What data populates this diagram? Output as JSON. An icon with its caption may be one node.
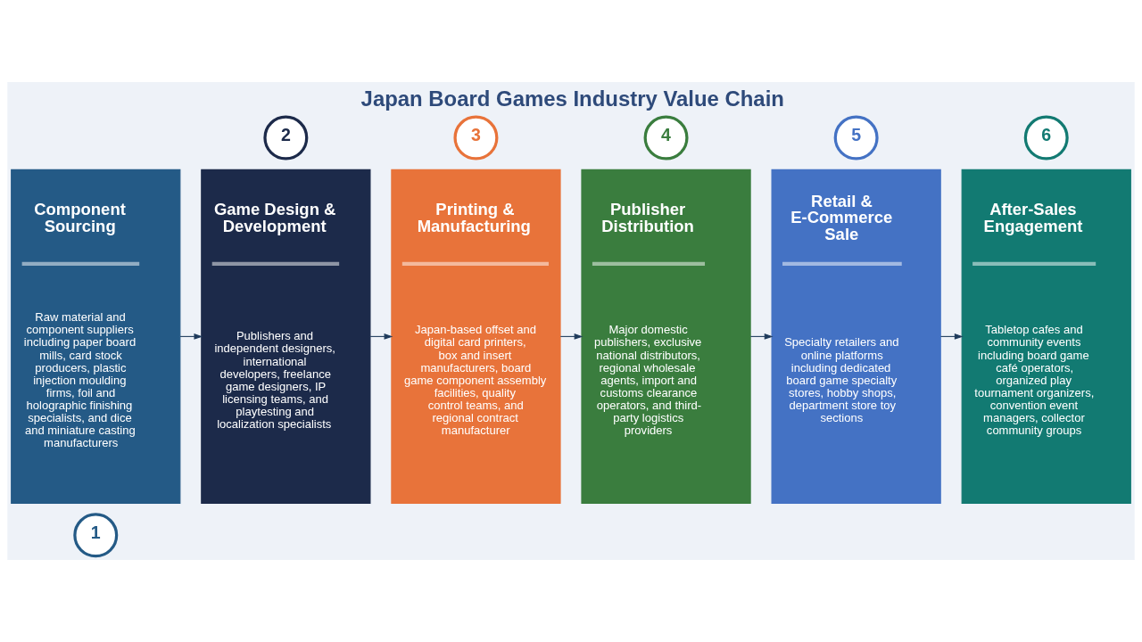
{
  "diagram": {
    "title": "Japan Board Games Industry Value Chain",
    "nodes": [
      {
        "text": [
          "1"
        ]
      },
      {
        "text": [
          "Component Sourcing",
          "Raw material and component suppliers including paper board mills, card stock producers, plastic injection moulding firms, foil and holographic finishing specialists, and dice and miniature casting manufacturers"
        ]
      },
      {
        "text": [
          "2"
        ]
      },
      {
        "text": [
          "Game Design & Development",
          "Publishers and independent designers, international developers, freelance game designers, IP licensing teams, and playtesting and localization specialists"
        ]
      },
      {
        "text": [
          "3"
        ]
      },
      {
        "text": [
          "Printing & Manufacturing",
          "Japan-based offset and digital card printers, box and insert manufacturers, board game component assembly facilities, quality control teams, and regional contract manufacturer"
        ]
      },
      {
        "text": [
          "4"
        ]
      },
      {
        "text": [
          "Publisher Distribution",
          "Major domestic publishers, exclusive national distributors, regional wholesale agents, import and customs clearance operators, and third-party logistics providers"
        ]
      },
      {
        "text": [
          "5"
        ]
      },
      {
        "text": [
          "Retail & E-Commerce Sale",
          "Specialty retailers and online platforms including dedicated board game specialty stores, hobby shops, department store toy sections"
        ]
      },
      {
        "text": [
          "6"
        ]
      },
      {
        "text": [
          "After-Sales Engagement",
          "Tabletop cafes and community events including board game café operators, organized play tournament organizers, convention event managers, collector community groups"
        ]
      }
    ],
    "edges": [
      {
        "from": 1,
        "to": 3,
        "arrow": "to"
      },
      {
        "from": 3,
        "to": 5,
        "arrow": "to"
      },
      {
        "from": 5,
        "to": 7,
        "arrow": "to"
      },
      {
        "from": 7,
        "to": 9,
        "arrow": "to"
      },
      {
        "from": 9,
        "to": 11,
        "arrow": "to"
      }
    ]
  }
}
